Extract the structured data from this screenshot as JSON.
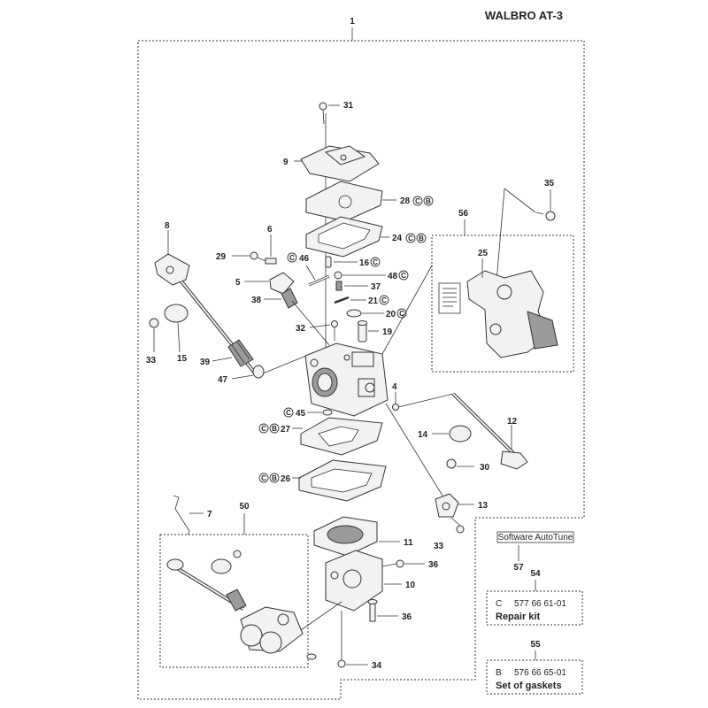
{
  "title": "WALBRO AT-3",
  "assembly_ref": "1",
  "software_label": "Software AutoTune",
  "kits": [
    {
      "ref": "54",
      "code": "C",
      "part_number": "577 66 61-01",
      "name": "Repair kit"
    },
    {
      "ref": "55",
      "code": "B",
      "part_number": "576 66 65-01",
      "name": "Set of gaskets"
    }
  ],
  "software_ref": "57",
  "labels": {
    "n31": "31",
    "n9": "9",
    "n28": "28",
    "n24": "24",
    "n35": "35",
    "n56": "56",
    "n25": "25",
    "n8": "8",
    "n6": "6",
    "n29": "29",
    "n46": "46",
    "n16": "16",
    "n48": "48",
    "n5": "5",
    "n37": "37",
    "n38": "38",
    "n21": "21",
    "n20": "20",
    "n32": "32",
    "n19": "19",
    "n33a": "33",
    "n15": "15",
    "n39": "39",
    "n47": "47",
    "n4": "4",
    "n45": "45",
    "n12": "12",
    "n27": "27",
    "n14": "14",
    "n30": "30",
    "n26": "26",
    "n13": "13",
    "n7": "7",
    "n50": "50",
    "n33b": "33",
    "n11": "11",
    "n36a": "36",
    "n10": "10",
    "n36b": "36",
    "n34": "34"
  },
  "kit_marks": {
    "C": "C",
    "B": "B"
  }
}
